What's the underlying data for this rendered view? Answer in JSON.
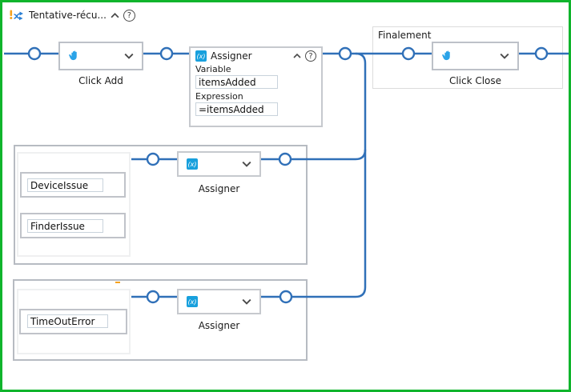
{
  "header": {
    "title": "Tentative-récu..."
  },
  "try_branch": {
    "click_add_label": "Click Add",
    "assign": {
      "title": "Assigner",
      "variable_label": "Variable",
      "variable_value": "itemsAdded",
      "expression_label": "Expression",
      "expression_value": "=itemsAdded"
    }
  },
  "catch_blocks": [
    {
      "exceptions": [
        "DeviceIssue",
        "FinderIssue"
      ],
      "assign_label": "Assigner"
    },
    {
      "exceptions": [
        "TimeOutError"
      ],
      "assign_label": "Assigner"
    }
  ],
  "finally_branch": {
    "label": "Finalement",
    "click_close_label": "Click Close"
  },
  "icons": {
    "assign": "(x)",
    "help": "?"
  },
  "colors": {
    "connector_blue": "#3070b8",
    "selection_green": "#10b42c",
    "hand_blue": "#2aa3e8",
    "assign_icon_blue": "#18a0dd",
    "marker_orange": "#f6a21d"
  }
}
